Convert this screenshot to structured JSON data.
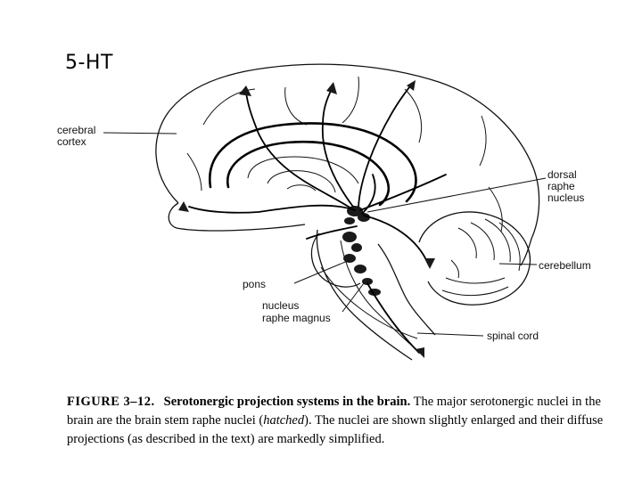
{
  "slide": {
    "title": "5-HT"
  },
  "labels": {
    "cerebral_cortex": [
      "cerebral",
      "cortex"
    ],
    "dorsal_raphe": [
      "dorsal",
      "raphe",
      "nucleus"
    ],
    "cerebellum": "cerebellum",
    "pons": "pons",
    "raphe_magnus": [
      "nucleus",
      "raphe magnus"
    ],
    "spinal_cord": "spinal cord"
  },
  "caption": {
    "figure": "FIGURE 3–12.",
    "title": "Serotonergic projection systems in the brain.",
    "text_1": " The major serotonergic nuclei in the brain are the brain stem raphe nuclei (",
    "emphasis": "hatched",
    "text_2": "). The nuclei are shown slightly enlarged and their diffuse projections (as described in the text) are markedly simplified."
  }
}
